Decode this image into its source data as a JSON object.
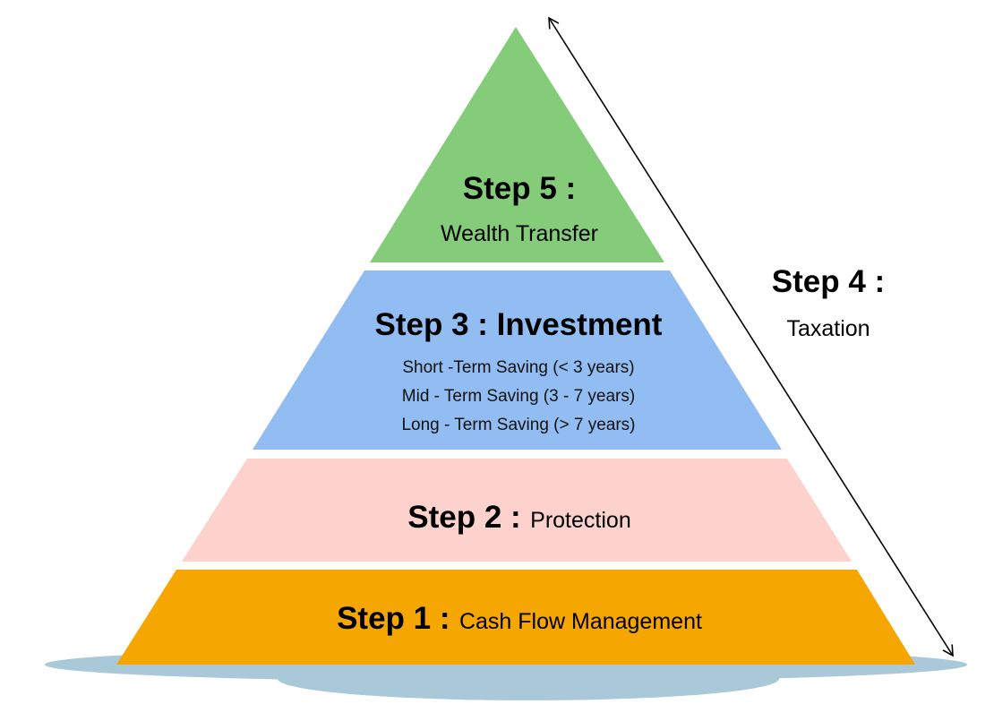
{
  "colors": {
    "step5": "#84cc7a",
    "step3": "#91bdf2",
    "step2": "#fdd1cc",
    "step1": "#f5a600",
    "ground": "#aac9d8",
    "arrow": "#000000"
  },
  "pyramid": {
    "step5": {
      "title": "Step 5 :",
      "subtitle": "Wealth Transfer"
    },
    "step3": {
      "title": "Step 3 : Investment",
      "items": [
        "Short -Term Saving (< 3 years)",
        "Mid - Term Saving (3 - 7 years)",
        "Long - Term Saving (> 7 years)"
      ]
    },
    "step2": {
      "title": "Step 2 :",
      "subtitle": "Protection"
    },
    "step1": {
      "title": "Step 1 :",
      "subtitle": "Cash Flow Management"
    }
  },
  "side": {
    "title": "Step 4 :",
    "subtitle": "Taxation"
  }
}
